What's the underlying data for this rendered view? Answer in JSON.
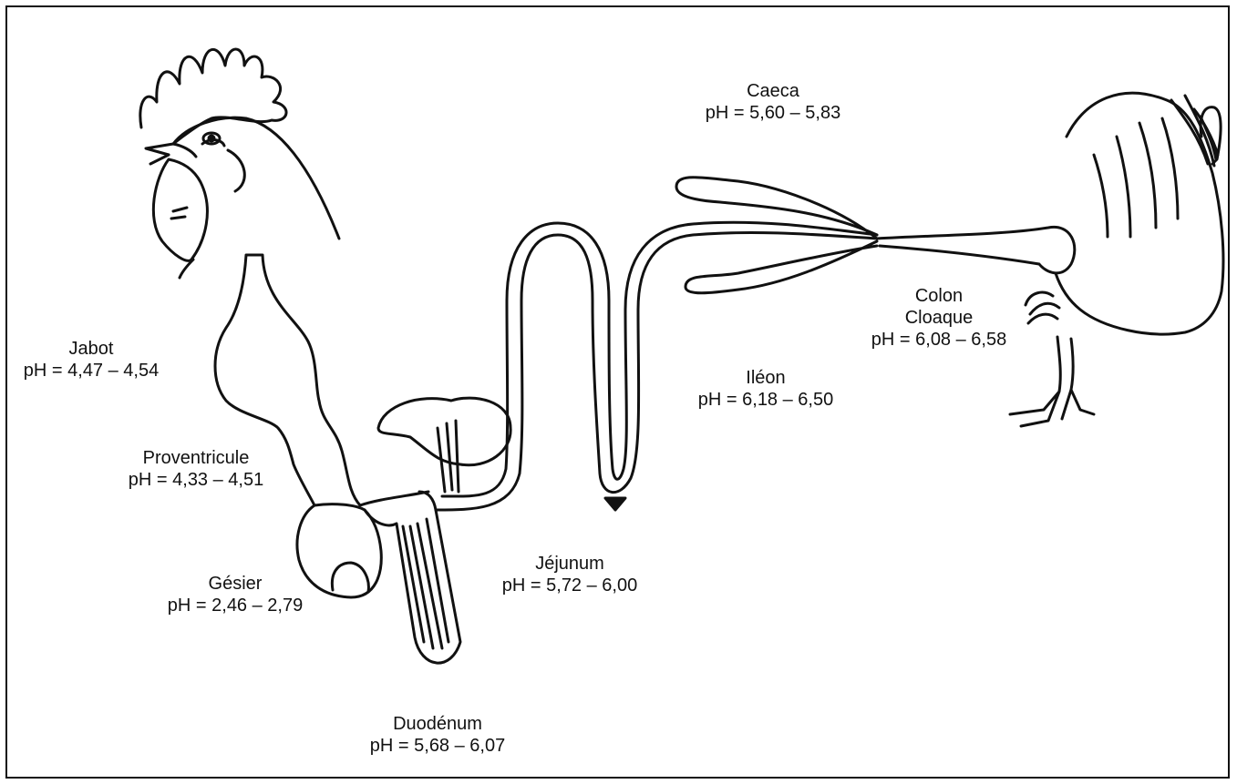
{
  "colors": {
    "line": "#111111",
    "background": "#ffffff"
  },
  "organs": {
    "jabot": {
      "name": "Jabot",
      "ph": "pH = 4,47 – 4,54"
    },
    "proventricule": {
      "name": "Proventricule",
      "ph": "pH = 4,33 – 4,51"
    },
    "gesier": {
      "name": "Gésier",
      "ph": "pH = 2,46 – 2,79"
    },
    "duodenum": {
      "name": "Duodénum",
      "ph": "pH = 5,68 – 6,07"
    },
    "jejunum": {
      "name": "Jéjunum",
      "ph": "pH = 5,72 – 6,00"
    },
    "ileon": {
      "name": "Iléon",
      "ph": "pH = 6,18 – 6,50"
    },
    "caeca": {
      "name": "Caeca",
      "ph": "pH = 5,60 – 5,83"
    },
    "colon": {
      "name_line1": "Colon",
      "name_line2": "Cloaque",
      "ph": "pH = 6,08 – 6,58"
    }
  }
}
